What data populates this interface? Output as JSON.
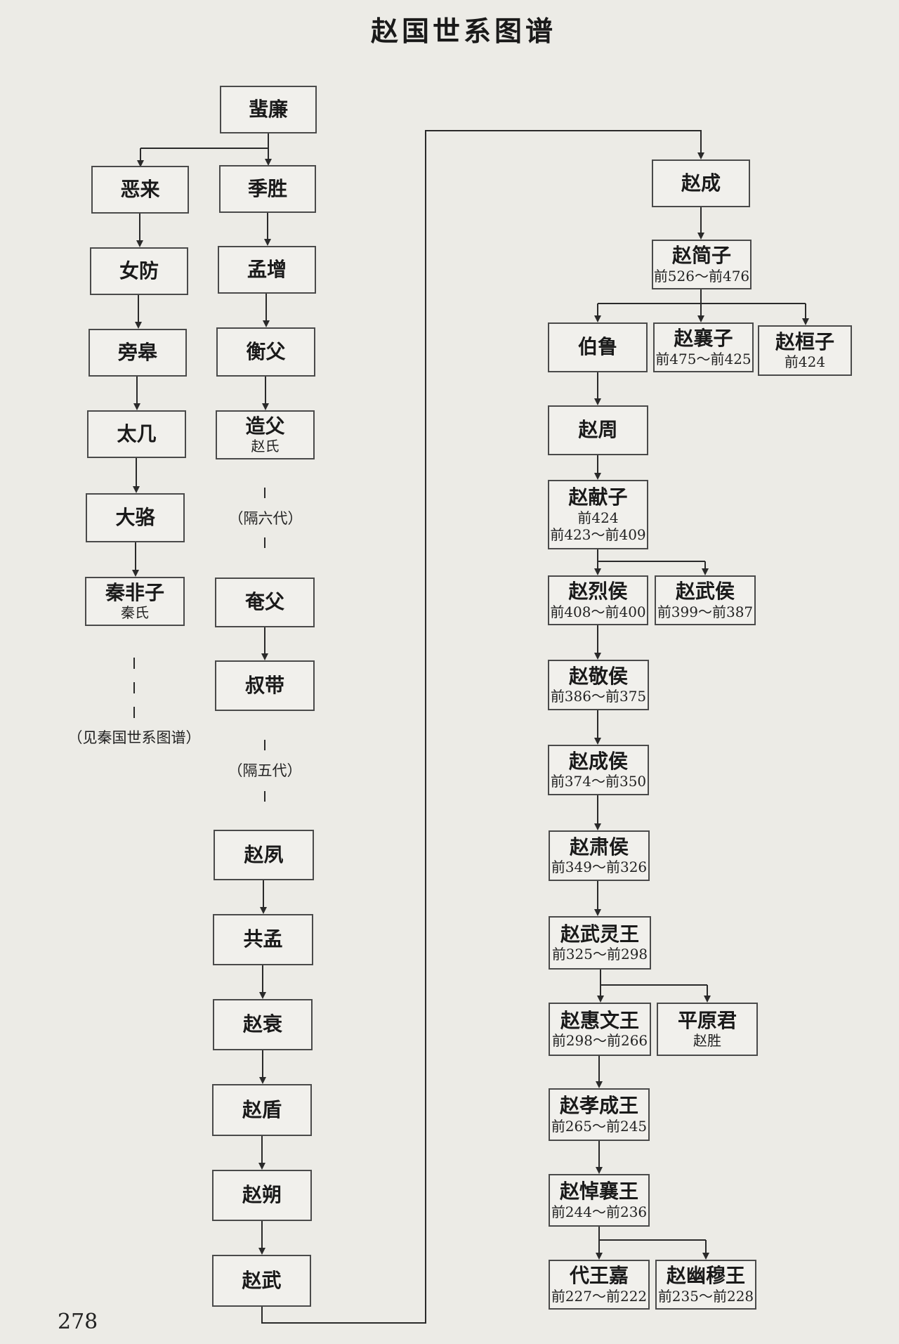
{
  "title": "赵国世系图谱",
  "page_number": "278",
  "nodes": {
    "feilian": {
      "name": "蜚廉"
    },
    "elai": {
      "name": "恶来"
    },
    "nvfang": {
      "name": "女防"
    },
    "panggao": {
      "name": "旁皋"
    },
    "taiji": {
      "name": "太几"
    },
    "daluo": {
      "name": "大骆"
    },
    "qinfeizi": {
      "name": "秦非子",
      "sub": "秦氏"
    },
    "jisheng": {
      "name": "季胜"
    },
    "mengzeng": {
      "name": "孟增"
    },
    "hengfu": {
      "name": "衡父"
    },
    "zaofu": {
      "name": "造父",
      "sub": "赵氏"
    },
    "yanfu": {
      "name": "奄父"
    },
    "shudai": {
      "name": "叔带"
    },
    "zhaoshu": {
      "name": "赵夙"
    },
    "gongmeng": {
      "name": "共孟"
    },
    "zhaocui": {
      "name": "赵衰"
    },
    "zhaodun": {
      "name": "赵盾"
    },
    "zhaoshuo": {
      "name": "赵朔"
    },
    "zhaowu": {
      "name": "赵武"
    },
    "zhaocheng": {
      "name": "赵成"
    },
    "jianzi": {
      "name": "赵简子",
      "sub": "前526～前476"
    },
    "bolu": {
      "name": "伯鲁"
    },
    "xiangzi": {
      "name": "赵襄子",
      "sub": "前475～前425"
    },
    "huanzi": {
      "name": "赵桓子",
      "sub": "前424"
    },
    "zhaozhou": {
      "name": "赵周"
    },
    "xianzi": {
      "name": "赵献子",
      "sub": "前424",
      "sub2": "前423～前409"
    },
    "liehou": {
      "name": "赵烈侯",
      "sub": "前408～前400"
    },
    "wuhou": {
      "name": "赵武侯",
      "sub": "前399～前387"
    },
    "jinghou": {
      "name": "赵敬侯",
      "sub": "前386～前375"
    },
    "chenghou": {
      "name": "赵成侯",
      "sub": "前374～前350"
    },
    "suhou": {
      "name": "赵肃侯",
      "sub": "前349～前326"
    },
    "wulingwang": {
      "name": "赵武灵王",
      "sub": "前325～前298"
    },
    "huiwenwang": {
      "name": "赵惠文王",
      "sub": "前298～前266"
    },
    "pingyuanjun": {
      "name": "平原君",
      "sub": "赵胜"
    },
    "xiaochengwang": {
      "name": "赵孝成王",
      "sub": "前265～前245"
    },
    "daoxiangwang": {
      "name": "赵悼襄王",
      "sub": "前244～前236"
    },
    "daiwangjia": {
      "name": "代王嘉",
      "sub": "前227～前222"
    },
    "youmuwang": {
      "name": "赵幽穆王",
      "sub": "前235～前228"
    }
  },
  "notes": {
    "gap_six": "（隔六代）",
    "gap_five": "（隔五代）",
    "see_qin": "（见秦国世系图谱）"
  }
}
